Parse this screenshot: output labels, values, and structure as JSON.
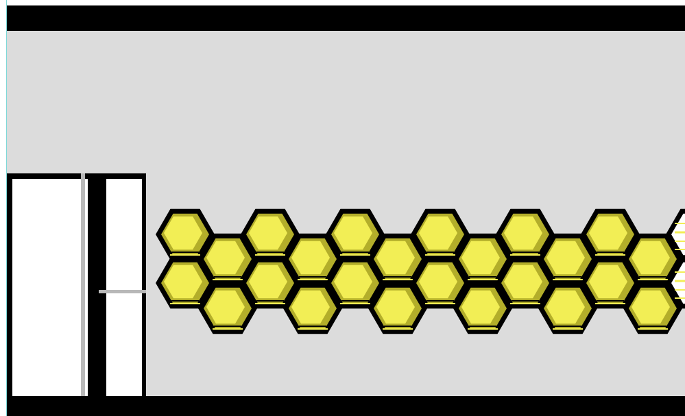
{
  "scene": {
    "colors": {
      "background": "#dcdcdc",
      "bars": "#000000",
      "cell_fill": "#f2ee55",
      "cell_shade": "#b3ae2a",
      "cell_outline": "#000000",
      "empty_cell_fill": "#ffffff",
      "door": "#ffffff",
      "door_rod": "#b8b8b8"
    },
    "honeycomb": {
      "columns": 13,
      "filled_cells": 24,
      "empty_cells": 2
    }
  }
}
